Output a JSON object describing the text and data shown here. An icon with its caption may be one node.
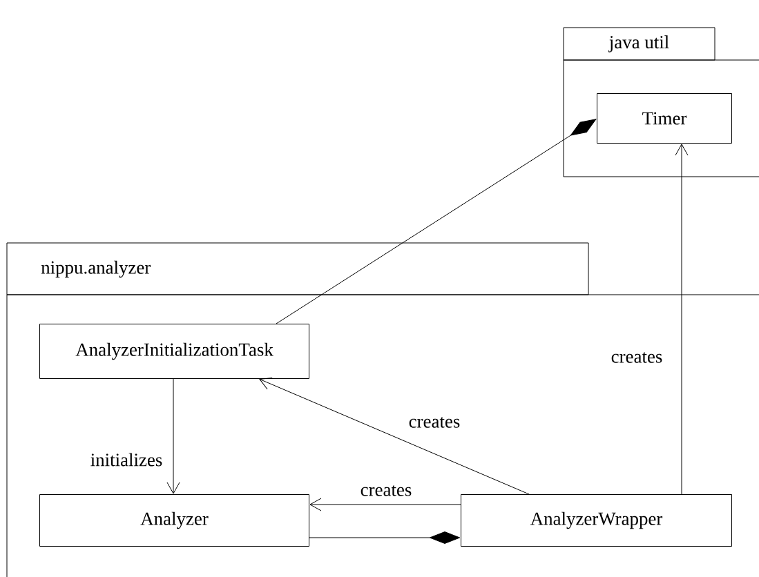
{
  "diagram": {
    "nodes": [
      {
        "text": [
          "java util"
        ]
      },
      {
        "text": [
          "Timer"
        ],
        "in": 0
      },
      {
        "text": [
          "nippu.analyzer"
        ]
      },
      {
        "text": [
          "AnalyzerInitializationTask"
        ],
        "in": 2
      },
      {
        "text": [
          "Analyzer"
        ],
        "in": 2
      },
      {
        "text": [
          "AnalyzerWrapper"
        ],
        "in": 2
      }
    ],
    "edges": [
      {
        "from": 3,
        "to": 1,
        "arrow": "other"
      },
      {
        "from": 3,
        "to": 4,
        "arrow": "to",
        "label": "initializes"
      },
      {
        "from": 5,
        "to": 3,
        "arrow": "to",
        "label": "creates"
      },
      {
        "from": 5,
        "to": 4,
        "arrow": "to",
        "label": "creates"
      },
      {
        "from": 4,
        "to": 5,
        "arrow": "other"
      },
      {
        "from": 5,
        "to": 1,
        "arrow": "to",
        "label": "creates"
      }
    ]
  }
}
